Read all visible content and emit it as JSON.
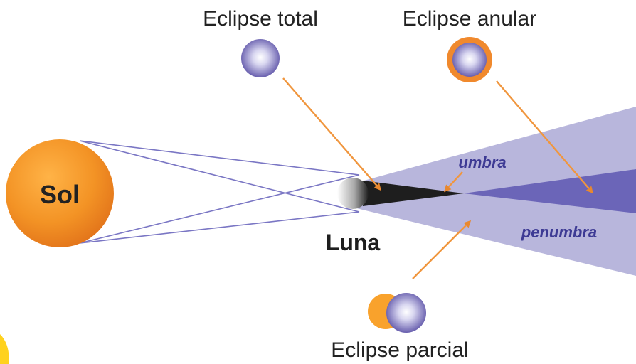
{
  "labels": {
    "sun": "Sol",
    "moon": "Luna",
    "umbra": "umbra",
    "penumbra": "penumbra",
    "total_eclipse": "Eclipse total",
    "annular_eclipse": "Eclipse anular",
    "partial_eclipse": "Eclipse parcial"
  },
  "colors": {
    "sun": "#f39325",
    "sun_light": "#ffb347",
    "sun_dark": "#e2731a",
    "penumbra": "#b8b6dc",
    "penumbra_edge": "#8a86c8",
    "umbra_tail": "#6b65b8",
    "umbra_core": "#1e1e1e",
    "arrow": "#f0963e",
    "ray": "#7a76c4",
    "moon_icon": "#6a5fb2",
    "label_blue": "#3d3a94",
    "text": "#222222"
  }
}
